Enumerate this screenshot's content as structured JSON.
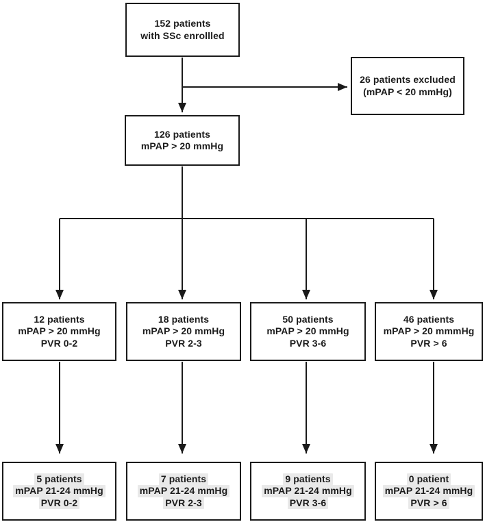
{
  "diagram": {
    "type": "patient-flowchart",
    "colors": {
      "background": "#ffffff",
      "line": "#1a1a1a",
      "text": "#1c1c1c",
      "text_highlight": "#e9e9e9"
    },
    "nodes": {
      "enrolled_total": {
        "lines": [
          "152 patients",
          "with SSc enrollled"
        ]
      },
      "excluded": {
        "lines": [
          "26 patients excluded",
          "(mPAP < 20 mmHg)"
        ]
      },
      "mpap_over_20": {
        "lines": [
          "126 patients",
          "mPAP > 20 mmHg"
        ]
      },
      "pvr_groups": [
        {
          "lines": [
            "12 patients",
            "mPAP > 20 mmHg",
            "PVR 0-2"
          ]
        },
        {
          "lines": [
            "18 patients",
            "mPAP > 20 mmHg",
            "PVR 2-3"
          ]
        },
        {
          "lines": [
            "50 patients",
            "mPAP > 20 mmHg",
            "PVR 3-6"
          ]
        },
        {
          "lines": [
            "46 patients",
            "mPAP > 20 mmmHg",
            "PVR > 6"
          ]
        }
      ],
      "mpap_21_24_groups": [
        {
          "lines": [
            "5 patients",
            "mPAP 21-24 mmHg",
            "PVR 0-2"
          ]
        },
        {
          "lines": [
            "7 patients",
            "mPAP 21-24 mmHg",
            "PVR 2-3"
          ]
        },
        {
          "lines": [
            "9 patients",
            "mPAP 21-24 mmHg",
            "PVR 3-6"
          ]
        },
        {
          "lines": [
            "0 patient",
            "mPAP 21-24 mmHg",
            "PVR > 6"
          ]
        }
      ]
    }
  }
}
